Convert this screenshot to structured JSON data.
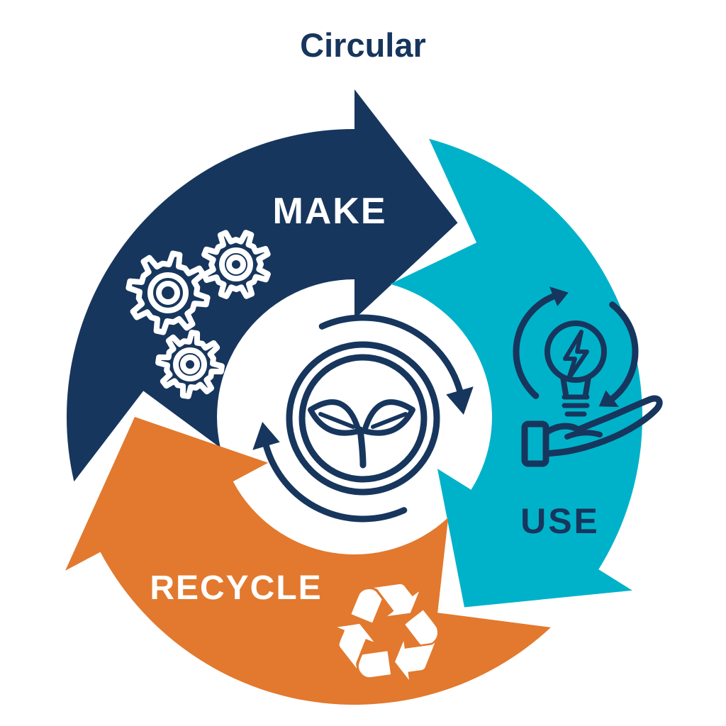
{
  "title": "Circular",
  "colors": {
    "navy": "#17365d",
    "cyan": "#00b2c9",
    "orange": "#e2792e",
    "label_light": "#ffffff"
  },
  "segments": [
    {
      "id": "make",
      "label": "MAKE",
      "color": "#17365d",
      "icon": "gears-icon"
    },
    {
      "id": "use",
      "label": "USE",
      "color": "#00b2c9",
      "icon": "hand-lightbulb-icon"
    },
    {
      "id": "recycle",
      "label": "RECYCLE",
      "color": "#e2792e",
      "icon": "recycle-symbol-icon"
    }
  ],
  "center": {
    "icon": "seedling-cycle-icon"
  },
  "icons": {
    "recycle_glyph": "♻"
  }
}
